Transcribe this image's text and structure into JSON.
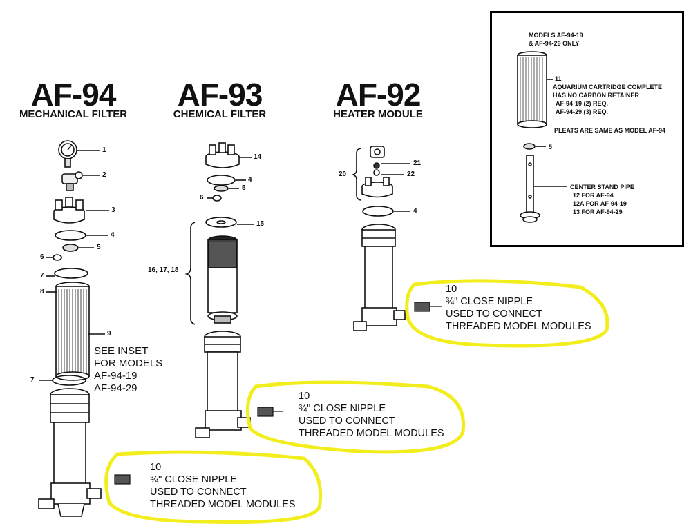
{
  "columns": [
    {
      "model": "AF-94",
      "type": "MECHANICAL FILTER"
    },
    {
      "model": "AF-93",
      "type": "CHEMICAL FILTER"
    },
    {
      "model": "AF-92",
      "type": "HEATER MODULE"
    }
  ],
  "af94_parts": [
    "1",
    "2",
    "3",
    "4",
    "5",
    "6",
    "7",
    "8",
    "9",
    "7"
  ],
  "af93_parts": [
    "14",
    "4",
    "5",
    "6",
    "15",
    "16, 17, 18"
  ],
  "af92_parts": [
    "20",
    "21",
    "22",
    "4"
  ],
  "see_inset": [
    "SEE INSET",
    "FOR MODELS",
    "AF-94-19",
    "AF-94-29"
  ],
  "inset": {
    "header": [
      "MODELS AF-94-19",
      "& AF-94-29 ONLY"
    ],
    "cartridge_num": "11",
    "cartridge_text": [
      "AQUARIUM CARTRIDGE COMPLETE",
      "HAS NO CARBON RETAINER",
      "AF-94-19 (2) REQ.",
      "AF-94-29 (3) REQ."
    ],
    "pleats": "PLEATS ARE SAME AS MODEL AF-94",
    "part5": "5",
    "pipe_text": [
      "CENTER STAND PIPE",
      "12 FOR AF-94",
      "12A FOR AF-94-19",
      "13 FOR AF-94-29"
    ]
  },
  "nipple_callouts": [
    {
      "num": "10",
      "lines": [
        "¾\" CLOSE NIPPLE",
        "USED TO CONNECT",
        "THREADED MODEL MODULES"
      ]
    },
    {
      "num": "10",
      "lines": [
        "¾\" CLOSE NIPPLE",
        "USED TO CONNECT",
        "THREADED MODEL MODULES"
      ]
    },
    {
      "num": "10",
      "lines": [
        "¾\" CLOSE NIPPLE",
        "USED TO CONNECT",
        "THREADED MODEL MODULES"
      ]
    }
  ],
  "colors": {
    "highlight": "#f2ee1d",
    "ink": "#111111"
  }
}
